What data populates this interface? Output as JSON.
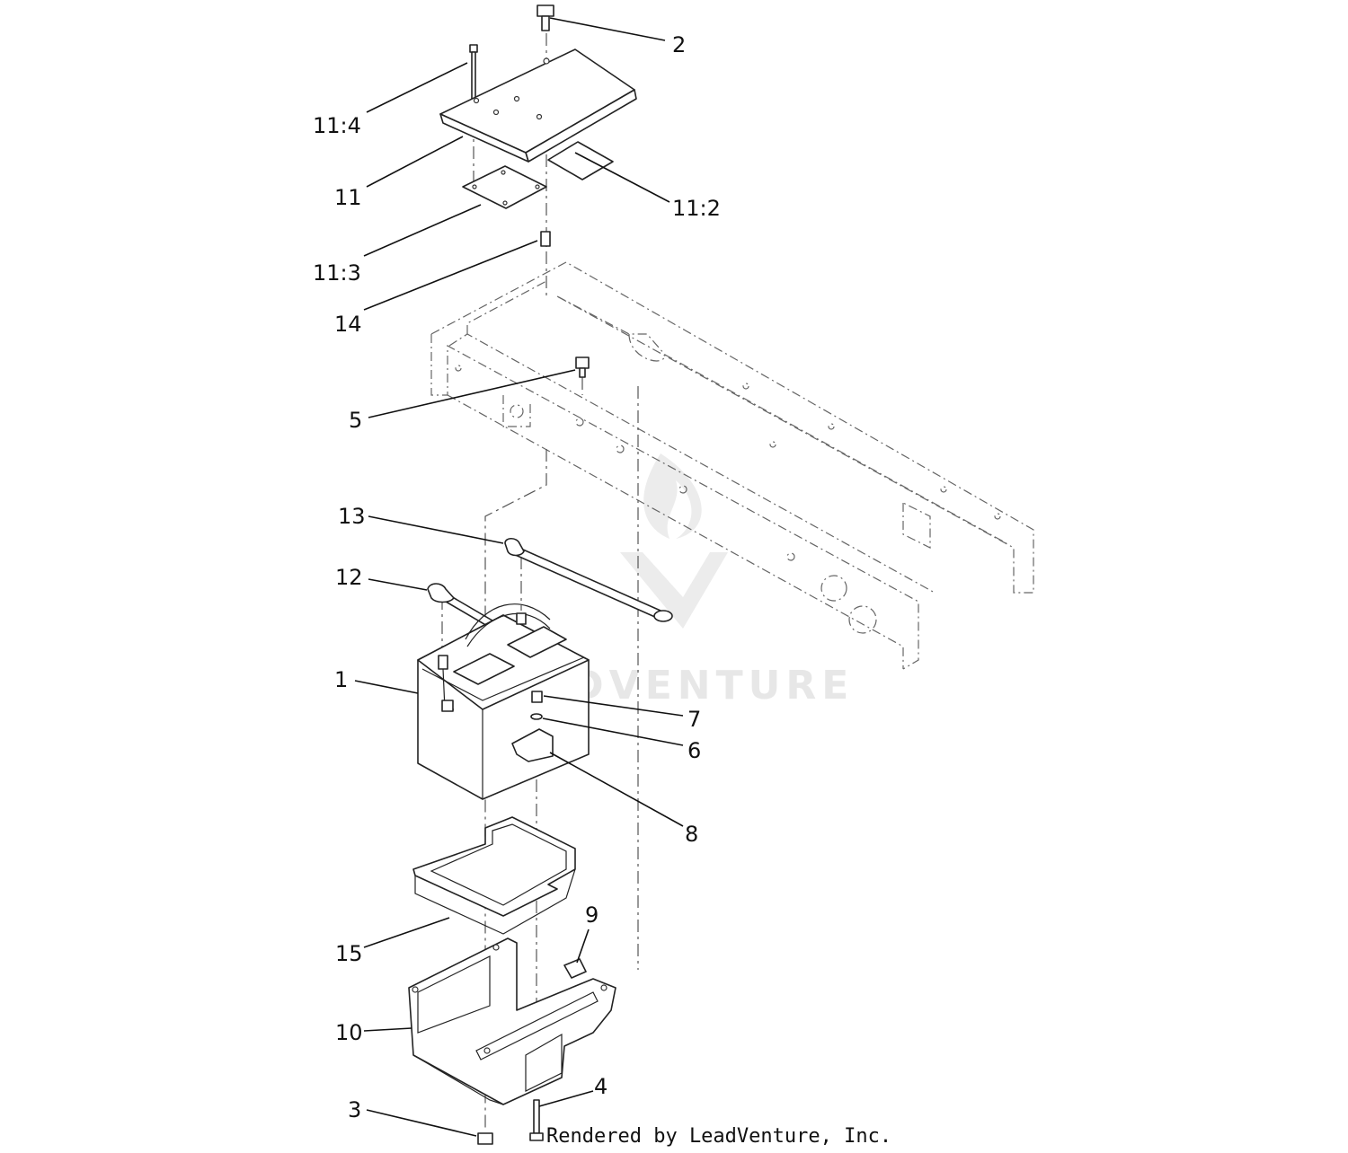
{
  "callouts": [
    {
      "id": "c-2",
      "label": "2"
    },
    {
      "id": "c-11-4",
      "label": "11:4"
    },
    {
      "id": "c-11",
      "label": "11"
    },
    {
      "id": "c-11-2",
      "label": "11:2"
    },
    {
      "id": "c-11-3",
      "label": "11:3"
    },
    {
      "id": "c-14",
      "label": "14"
    },
    {
      "id": "c-5",
      "label": "5"
    },
    {
      "id": "c-13",
      "label": "13"
    },
    {
      "id": "c-12",
      "label": "12"
    },
    {
      "id": "c-1",
      "label": "1"
    },
    {
      "id": "c-7",
      "label": "7"
    },
    {
      "id": "c-6",
      "label": "6"
    },
    {
      "id": "c-8",
      "label": "8"
    },
    {
      "id": "c-9",
      "label": "9"
    },
    {
      "id": "c-15",
      "label": "15"
    },
    {
      "id": "c-10",
      "label": "10"
    },
    {
      "id": "c-3",
      "label": "3"
    },
    {
      "id": "c-4",
      "label": "4"
    }
  ],
  "watermark": {
    "text": "LEADVENTURE"
  },
  "credit": {
    "text": "Rendered by LeadVenture, Inc."
  }
}
